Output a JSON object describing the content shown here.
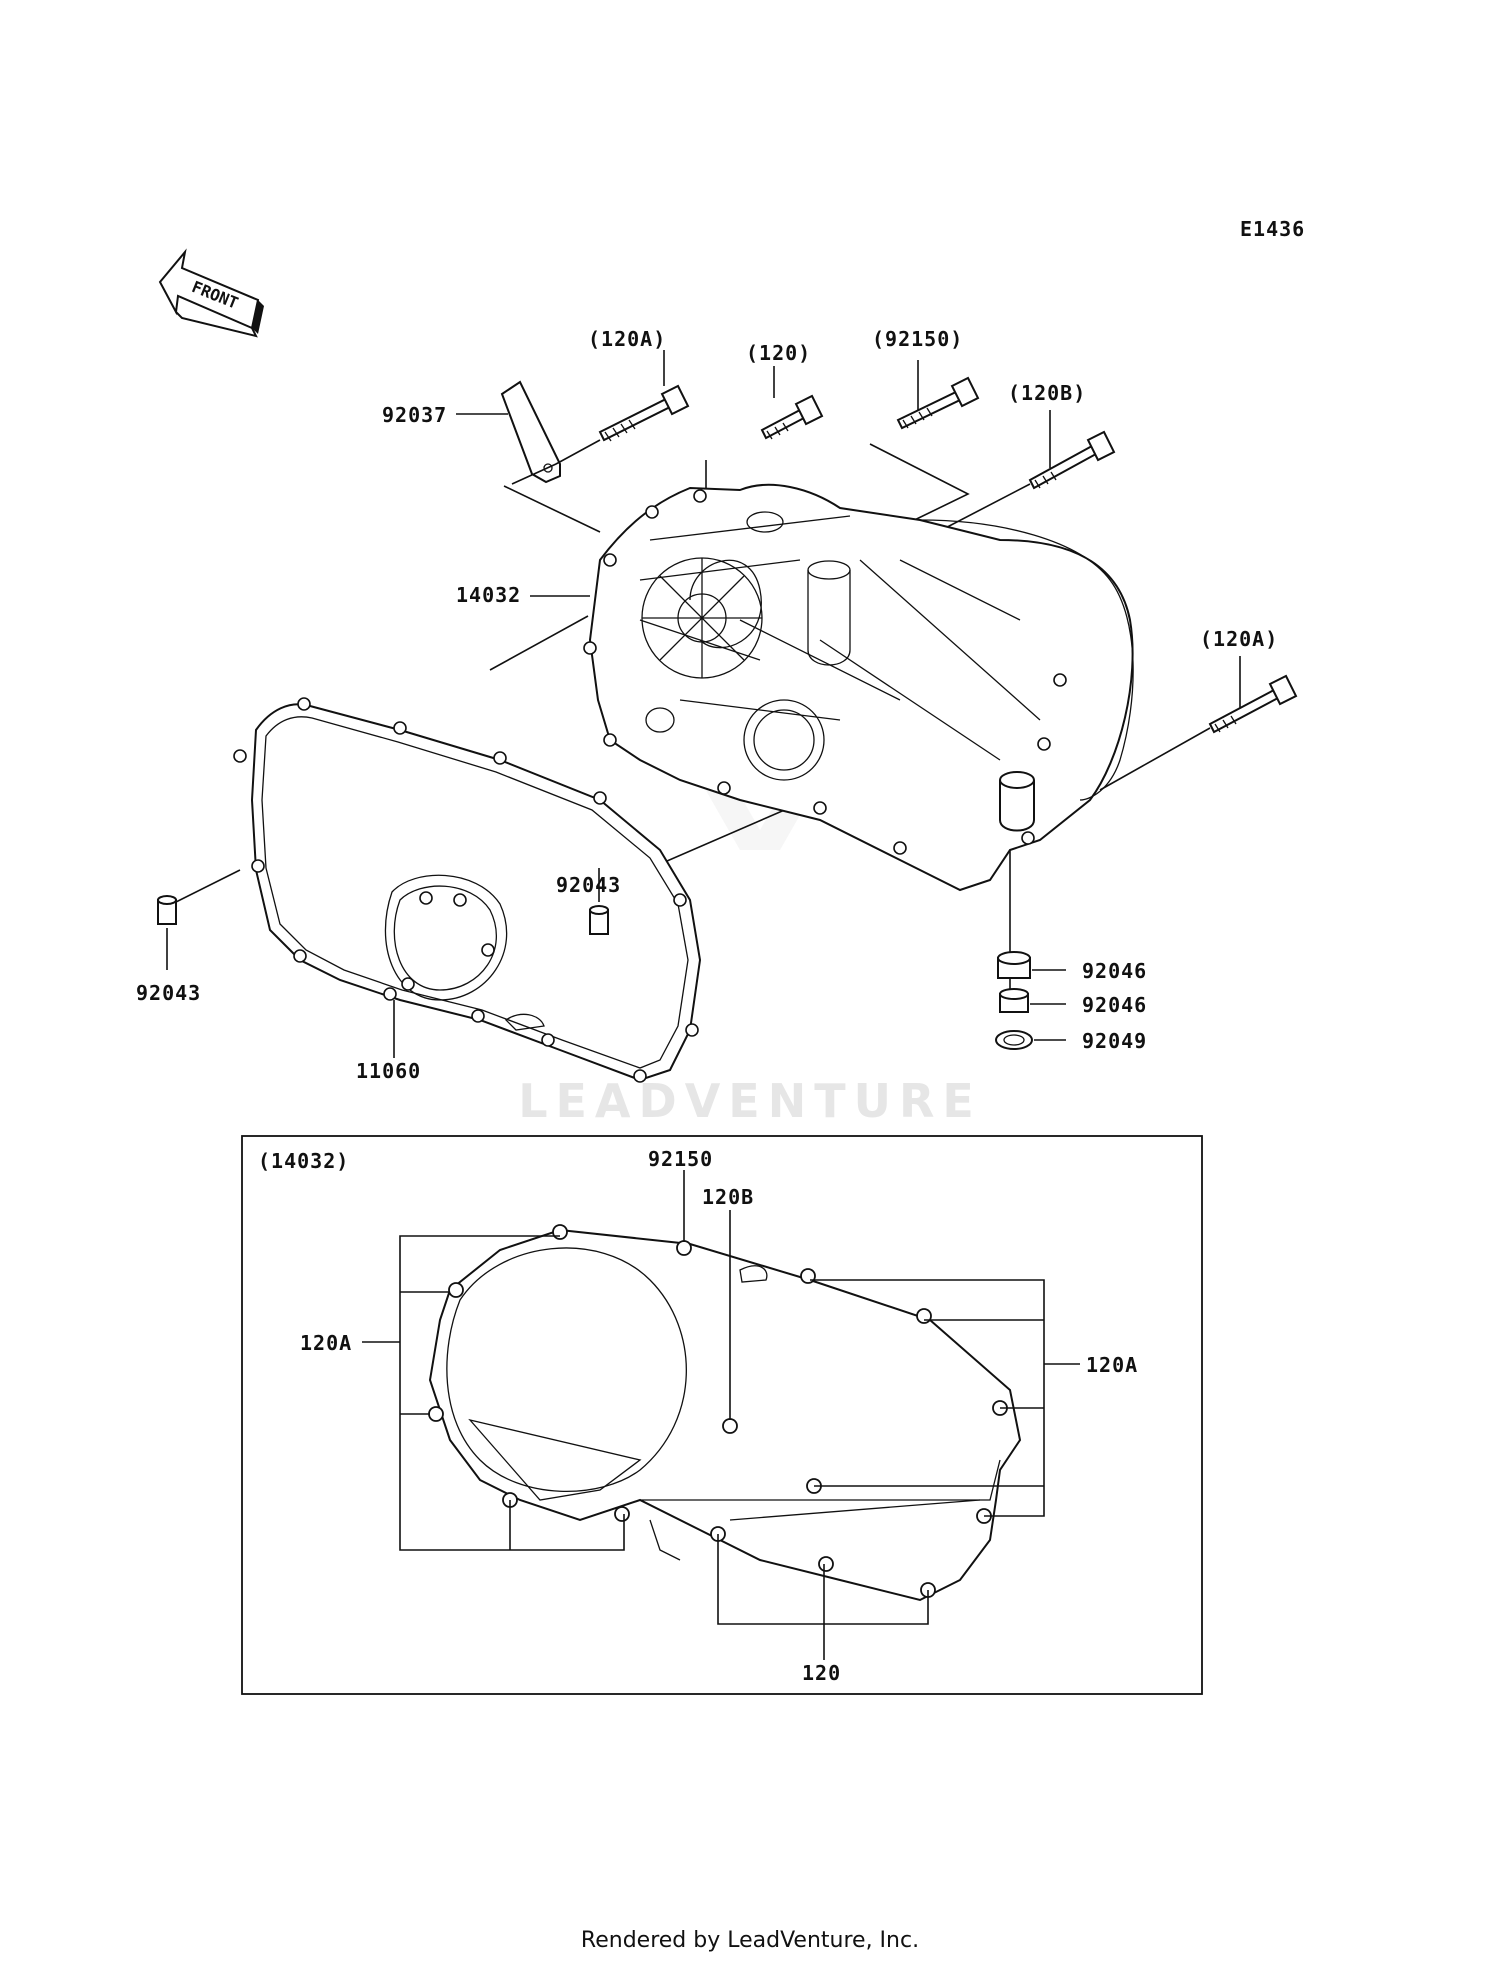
{
  "diagram_code": "E1436",
  "front_label": "FRONT",
  "labels": {
    "p120A_top": "(120A)",
    "p120_top": "(120)",
    "p92150_top": "(92150)",
    "p120B_top": "(120B)",
    "p120A_right": "(120A)",
    "p92037": "92037",
    "p14032": "14032",
    "p92043_mid": "92043",
    "p92043_left": "92043",
    "p11060": "11060",
    "p92046_a": "92046",
    "p92046_b": "92046",
    "p92049": "92049"
  },
  "inset": {
    "title": "(14032)",
    "l92150": "92150",
    "l120B": "120B",
    "l120A_left": "120A",
    "l120A_right": "120A",
    "l120": "120"
  },
  "watermark": "LEADVENTURE",
  "footer": "Rendered by LeadVenture, Inc."
}
